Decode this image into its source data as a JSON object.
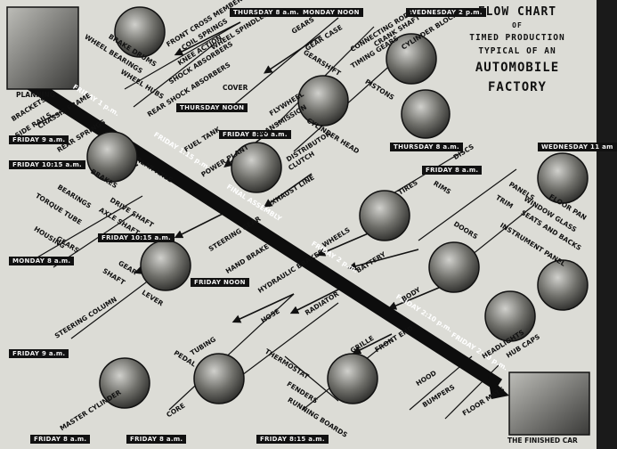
{
  "title": {
    "line1": "FLOW CHART",
    "line2": "OF",
    "line3": "TIMED PRODUCTION",
    "line4": "TYPICAL OF AN",
    "line5": "AUTOMOBILE",
    "line6": "FACTORY"
  },
  "main_line": {
    "labels": [
      "FRIDAY 1 p.m.",
      "FRIDAY 1:15 p.m.",
      "FINAL ASSEMBLY",
      "FRIDAY 2 p.m.",
      "FRIDAY 2:10 p.m.",
      "FRIDAY 2:20 p.m."
    ],
    "start_label": "PLANNING",
    "end_label": "THE FINISHED CAR"
  },
  "times": {
    "thu8": "THURSDAY 8 a.m.",
    "monnoon": "MONDAY NOON",
    "wed2": "WEDNESDAY 2 p.m.",
    "fri9": "FRIDAY 9 a.m.",
    "fri1015": "FRIDAY 10:15 a.m.",
    "thunoon": "THURSDAY NOON",
    "fri830": "FRIDAY 8:30 a.m.",
    "thu8b": "THURSDAY 8 a.m.",
    "wed11": "WEDNESDAY 11 am",
    "fri8r": "FRIDAY 8 a.m.",
    "fri1015b": "FRIDAY 10:15 a.m.",
    "mon8": "MONDAY 8 a.m.",
    "frinoon": "FRIDAY NOON",
    "fri9b": "FRIDAY 9 a.m.",
    "fri8a": "FRIDAY 8 a.m.",
    "fri8b": "FRIDAY 8 a.m.",
    "fri815": "FRIDAY 8:15 a.m."
  },
  "branches": {
    "wheels_top": "WHEEL BEARINGS",
    "brake_drums": "BRAKE DRUMS",
    "front_cross": "FRONT CROSS MEMBER",
    "coil_springs": "COIL SPRINGS",
    "wheel_spindles": "WHEEL SPINDLES",
    "knee_action": "KNEE ACTION",
    "shock_top": "SHOCK ABSORBERS",
    "wheel_hubs": "WHEEL HUBS",
    "rear_shock": "REAR SHOCK ABSORBERS",
    "cover": "COVER",
    "brackets": "BRACKETS",
    "side_rails": "SIDE RAILS",
    "chassis": "CHASSIS FRAME",
    "rear_springs": "REAR SPRINGS",
    "gears_top": "GEARS",
    "gear_case": "GEAR CASE",
    "gearshift": "GEARSHIFT",
    "connecting": "CONNECTING RODS",
    "crank": "CRANK SHAFT",
    "timing": "TIMING GEARS",
    "cylinder_block": "CYLINDER BLOCK",
    "pistons": "PISTONS",
    "flywheel": "FLYWHEEL",
    "cylinder_head": "CYLINDER HEAD",
    "transmission": "TRANSMISSION",
    "distributor": "DISTRIBUTOR",
    "clutch": "CLUTCH",
    "fuel_tank": "FUEL TANK",
    "power_plant": "POWER PLANT",
    "exhaust": "EXHAUST LINE",
    "discs": "DISCS",
    "tires": "TIRES",
    "rims": "RIMS",
    "wheels": "WHEELS",
    "panels": "PANELS",
    "floor_pan": "FLOOR PAN",
    "trim": "TRIM",
    "window_glass": "WINDOW GLASS",
    "seats": "SEATS AND BACKS",
    "doors": "DOORS",
    "instrument": "INSTRUMENT PANEL",
    "battery": "BATTERY",
    "body": "BODY",
    "brakes": "BRAKES",
    "rear_axle": "REAR AXLE",
    "bearings": "BEARINGS",
    "drive_shaft": "DRIVE SHAFT",
    "torque": "TORQUE TUBE",
    "axle_shaft": "AXLE SHAFT",
    "housing": "HOUSING",
    "gears_left": "GEARS",
    "steering_gear": "STEERING GEAR",
    "hand_brake": "HAND BRAKE",
    "hydraulic": "HYDRAULIC BRAKES",
    "gear": "GEAR",
    "shaft": "SHAFT",
    "lever": "LEVER",
    "steering_col": "STEERING COLUMN",
    "hose": "HOSE",
    "radiator": "RADIATOR",
    "tubing": "TUBING",
    "pedal": "PEDAL",
    "thermostat": "THERMOSTAT",
    "grille": "GRILLE",
    "front_end": "FRONT END",
    "headlights": "HEADLIGHTS",
    "hub_caps": "HUB CAPS",
    "hood": "HOOD",
    "bumpers": "BUMPERS",
    "floor_mats": "FLOOR MATS",
    "fenders": "FENDERS",
    "running": "RUNNING BOARDS",
    "master": "MASTER CYLINDER",
    "core": "CORE"
  }
}
